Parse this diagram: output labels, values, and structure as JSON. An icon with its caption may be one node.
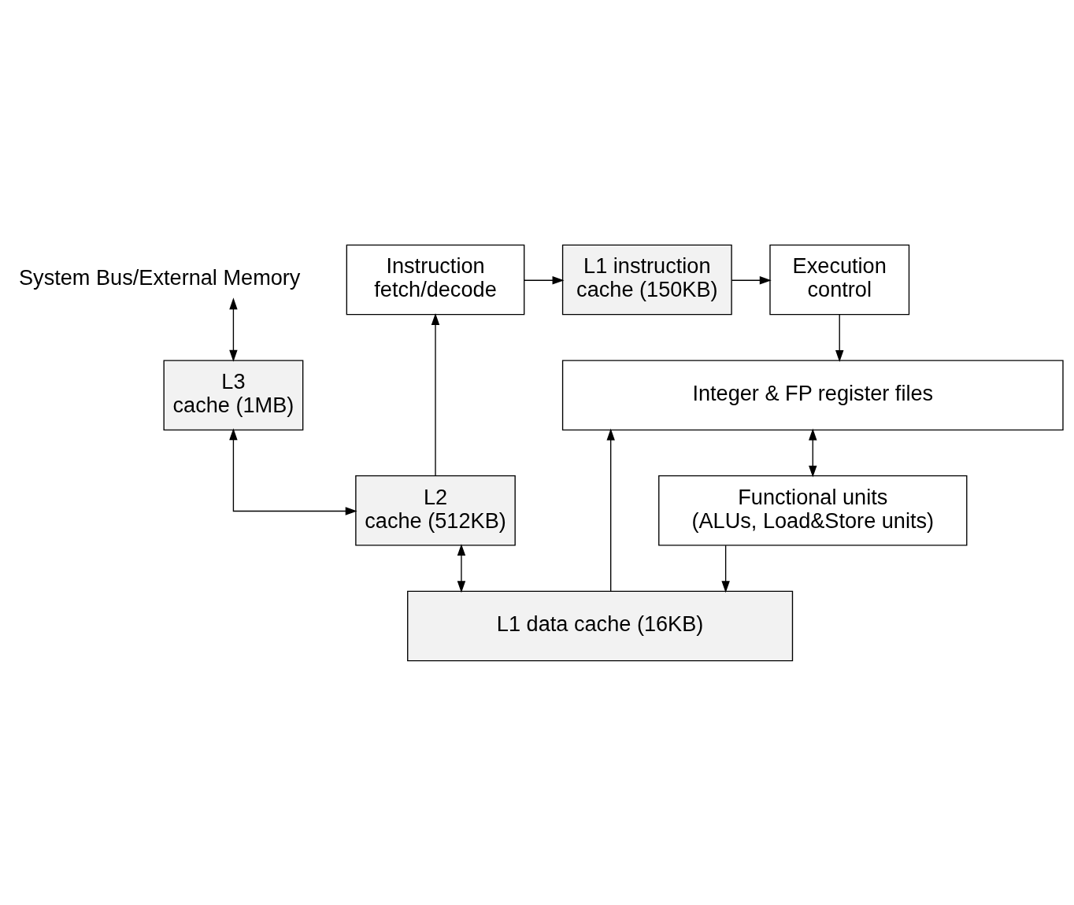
{
  "diagram": {
    "nodes": [
      {
        "text": [
          "Execution control"
        ]
      },
      {
        "text": [
          "L1 instruction cache (150KB)"
        ]
      },
      {
        "text": [
          "Instruction fetch/decode"
        ]
      },
      {
        "text": [
          "System Bus/External Memory"
        ]
      },
      {
        "text": [
          "L3 cache (1MB)"
        ]
      },
      {
        "text": [
          "Integer & FP register files"
        ]
      },
      {
        "text": [
          "Functional units (ALUs, Load&Store units)"
        ]
      },
      {
        "text": [
          "L2 cache (512KB)"
        ]
      },
      {
        "text": [
          "L1 data cache (16KB)"
        ]
      }
    ],
    "edges": [
      {
        "from": 1,
        "to": 0,
        "arrow": "to"
      },
      {
        "from": 2,
        "to": 1,
        "arrow": "to"
      },
      {
        "from": 0,
        "to": 5,
        "arrow": "to"
      },
      {
        "from": 5,
        "to": 6,
        "arrow": "both"
      },
      {
        "from": 6,
        "to": 8,
        "arrow": "to"
      },
      {
        "from": 8,
        "to": 5,
        "arrow": "to"
      },
      {
        "from": 7,
        "to": 2,
        "arrow": "to"
      },
      {
        "from": 3,
        "to": 4,
        "arrow": "both"
      },
      {
        "from": 4,
        "to": 7,
        "arrow": "both"
      },
      {
        "from": 7,
        "to": 8,
        "arrow": "both"
      }
    ]
  }
}
